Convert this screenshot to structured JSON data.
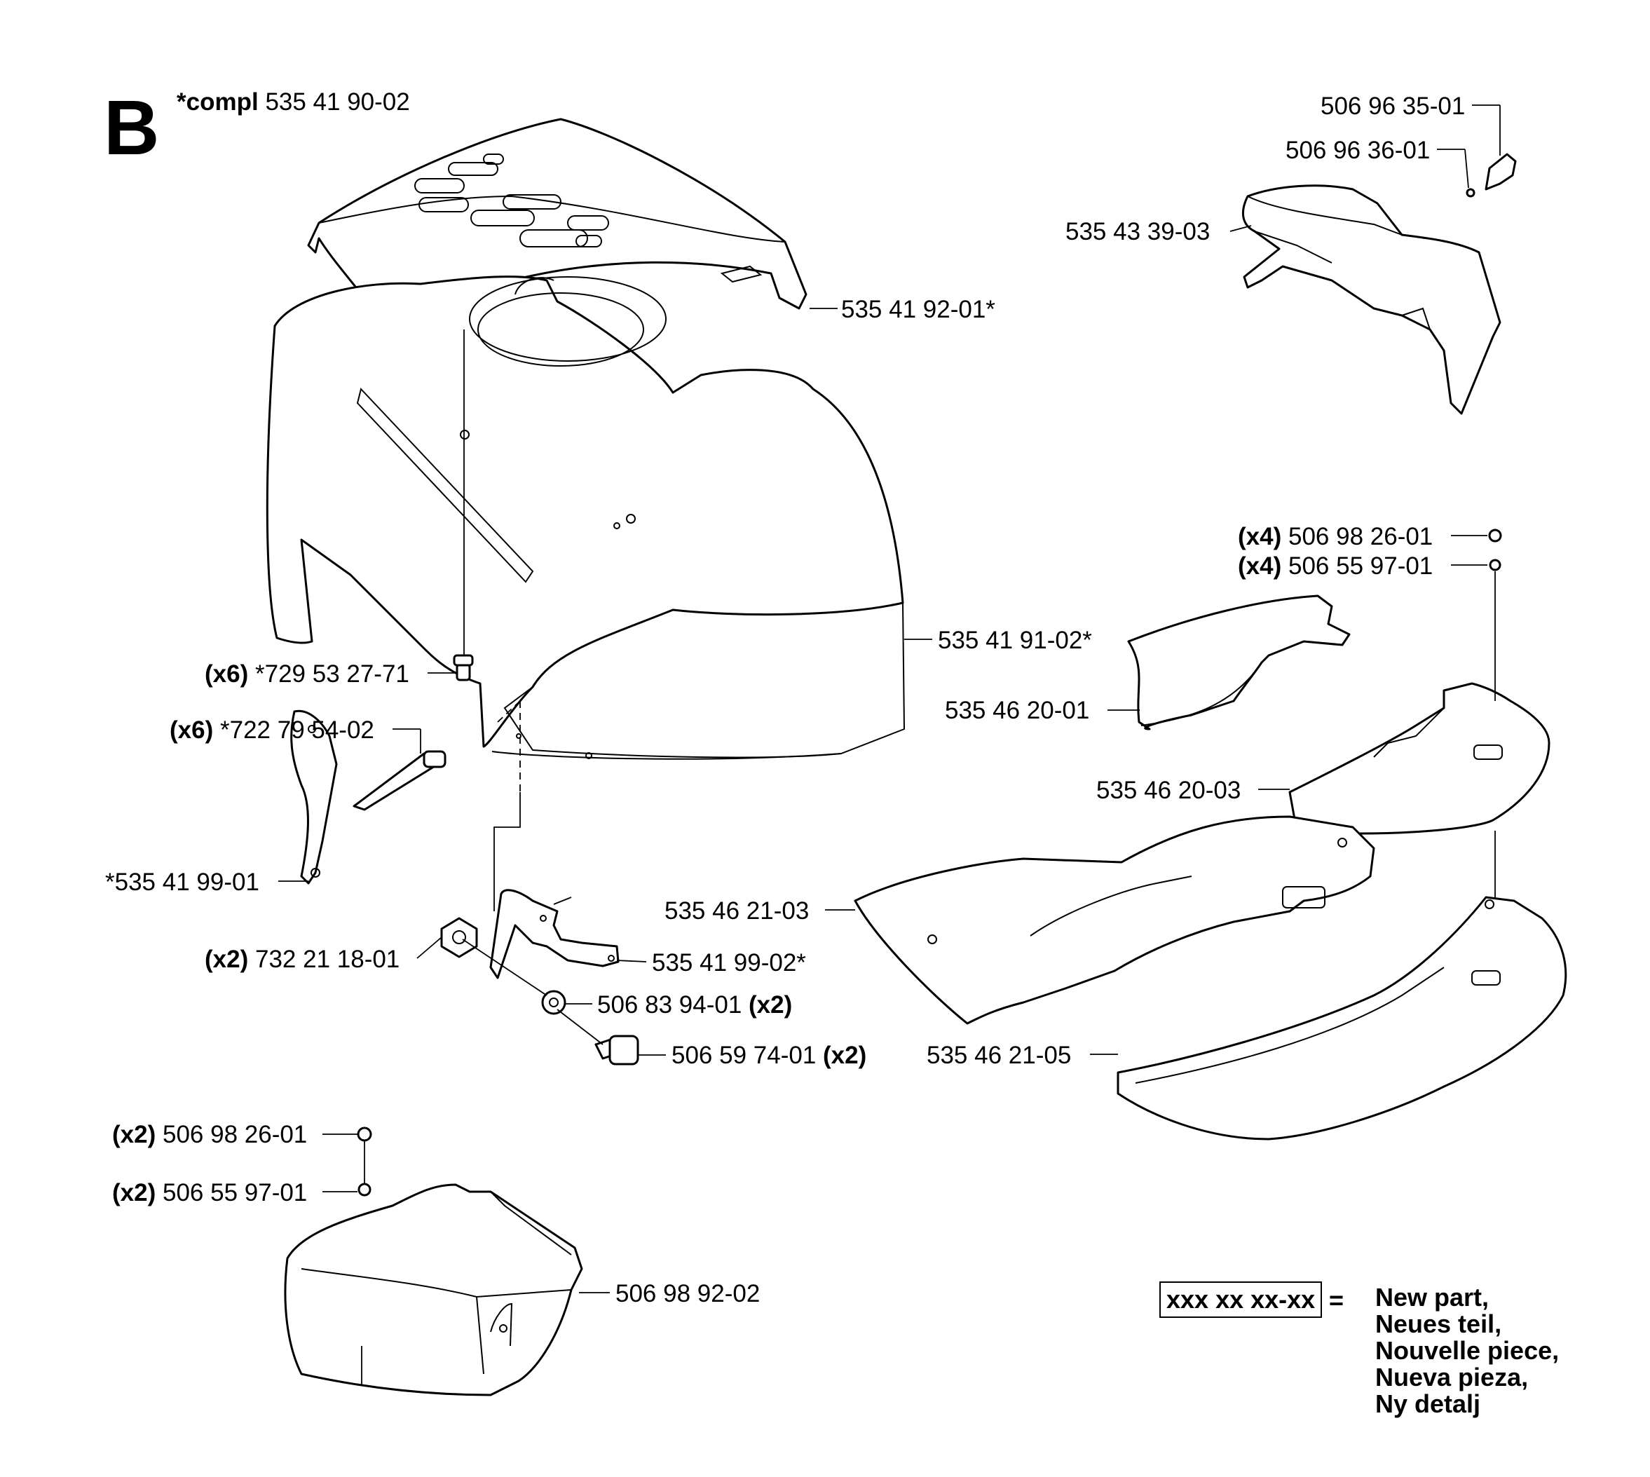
{
  "section": {
    "letter": "B",
    "compl_prefix": "*compl",
    "compl_number": "535 41 90-02"
  },
  "labels": {
    "p_535419201": {
      "qty": "",
      "number": "535 41 92-01*",
      "qty_after": ""
    },
    "p_535419102": {
      "qty": "",
      "number": "535 41 91-02*",
      "qty_after": ""
    },
    "p_729532771": {
      "qty": "(x6)",
      "number": "*729 53 27-71",
      "qty_after": ""
    },
    "p_722795402": {
      "qty": "(x6)",
      "number": "*722 79 54-02",
      "qty_after": ""
    },
    "p_535419901": {
      "qty": "",
      "number": "*535 41 99-01",
      "qty_after": ""
    },
    "p_732211801": {
      "qty": "(x2)",
      "number": "732 21 18-01",
      "qty_after": ""
    },
    "p_535419902": {
      "qty": "",
      "number": "535 41 99-02*",
      "qty_after": ""
    },
    "p_506839401": {
      "qty": "",
      "number": "506 83 94-01",
      "qty_after": "(x2)"
    },
    "p_506597401": {
      "qty": "",
      "number": "506 59 74-01",
      "qty_after": "(x2)"
    },
    "p_506982601a": {
      "qty": "(x2)",
      "number": "506 98 26-01",
      "qty_after": ""
    },
    "p_506559701a": {
      "qty": "(x2)",
      "number": "506 55 97-01",
      "qty_after": ""
    },
    "p_506989202": {
      "qty": "",
      "number": "506 98 92-02",
      "qty_after": ""
    },
    "p_506963501": {
      "qty": "",
      "number": "506 96 35-01",
      "qty_after": ""
    },
    "p_506963601": {
      "qty": "",
      "number": "506 96 36-01",
      "qty_after": ""
    },
    "p_535433903": {
      "qty": "",
      "number": "535 43 39-03",
      "qty_after": ""
    },
    "p_506982601b": {
      "qty": "(x4)",
      "number": "506 98 26-01",
      "qty_after": ""
    },
    "p_506559701b": {
      "qty": "(x4)",
      "number": "506 55 97-01",
      "qty_after": ""
    },
    "p_535462001": {
      "qty": "",
      "number": "535 46 20-01",
      "qty_after": ""
    },
    "p_535462003": {
      "qty": "",
      "number": "535 46 20-03",
      "qty_after": ""
    },
    "p_535462103": {
      "qty": "",
      "number": "535 46 21-03",
      "qty_after": ""
    },
    "p_535462105": {
      "qty": "",
      "number": "535 46 21-05",
      "qty_after": ""
    }
  },
  "legend": {
    "sample": "xxx xx xx-xx",
    "equals": "=",
    "lines": [
      "New part,",
      "Neues teil,",
      "Nouvelle piece,",
      "Nueva pieza,",
      "Ny detalj"
    ]
  }
}
